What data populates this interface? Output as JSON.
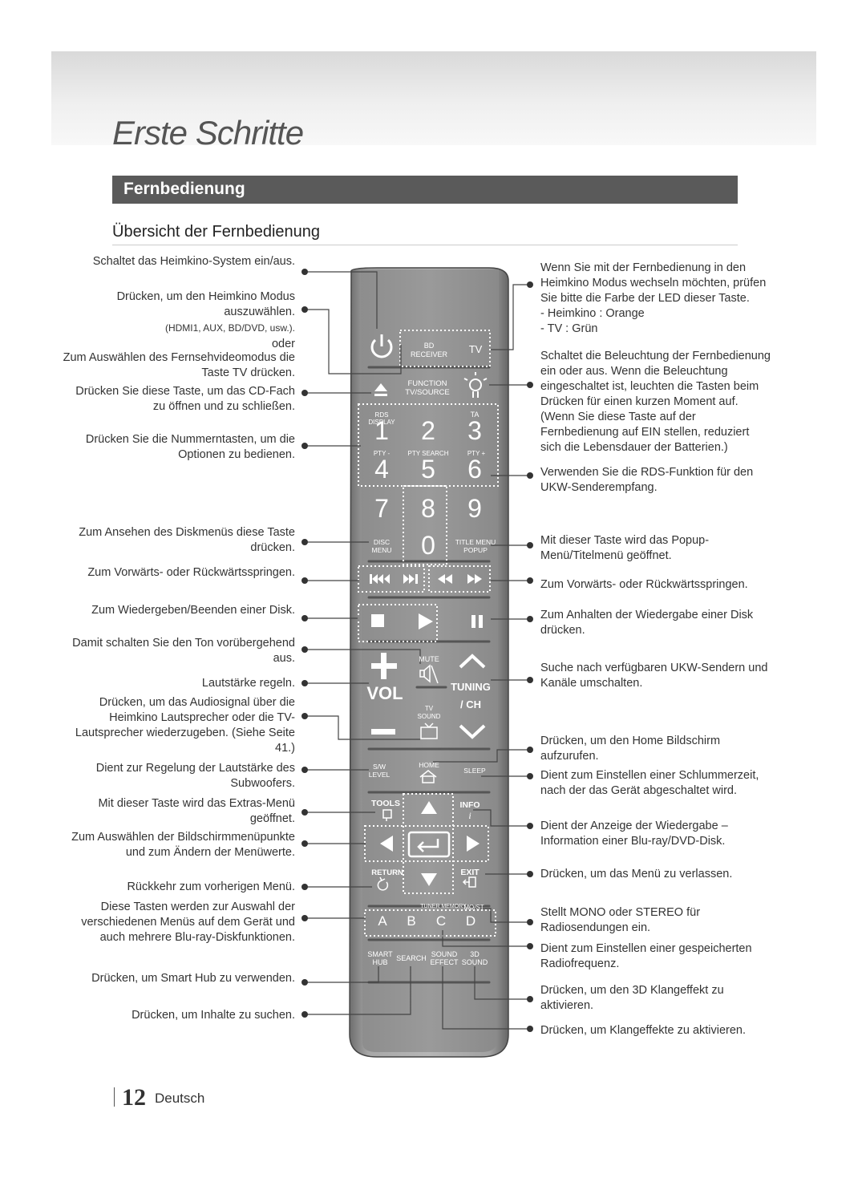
{
  "chapter_title": "Erste Schritte",
  "section_title": "Fernbedienung",
  "subsection_title": "Übersicht der Fernbedienung",
  "left_labels": [
    "Schaltet das Heimkino-System ein/aus.",
    "Drücken, um den Heimkino Modus auszuwählen.",
    "(HDMI1, AUX, BD/DVD, usw.).",
    "oder",
    "Zum Auswählen des Fernsehvideomodus die Taste TV drücken.",
    "Drücken Sie diese Taste, um das CD-Fach zu öffnen und zu schließen.",
    "Drücken Sie die Nummerntasten, um die Optionen zu bedienen.",
    "Zum Ansehen des Diskmenüs diese Taste drücken.",
    "Zum Vorwärts- oder Rückwärtsspringen.",
    "Zum Wiedergeben/Beenden einer Disk.",
    "Damit schalten Sie den Ton vorübergehend aus.",
    "Lautstärke regeln.",
    "Drücken, um das Audiosignal über die Heimkino Lautsprecher oder die TV-Lautsprecher wiederzugeben. (Siehe Seite 41.)",
    "Dient zur Regelung der Lautstärke des Subwoofers.",
    "Mit dieser Taste wird das Extras-Menü geöffnet.",
    "Zum Auswählen der Bildschirmmenüpunkte und zum Ändern der Menüwerte.",
    "Rückkehr zum vorherigen Menü.",
    "Diese Tasten werden zur Auswahl der verschiedenen Menüs auf dem Gerät und auch mehrere Blu-ray-Diskfunktionen.",
    "Drücken, um Smart Hub zu verwenden.",
    "Drücken, um Inhalte zu suchen."
  ],
  "right_labels": [
    "Wenn Sie mit der Fernbedienung in den Heimkino Modus wechseln möchten, prüfen Sie bitte die Farbe der LED dieser Taste.",
    "- Heimkino : Orange",
    "- TV : Grün",
    "Schaltet die Beleuchtung der Fernbedienung ein oder aus. Wenn die Beleuchtung eingeschaltet ist, leuchten die Tasten beim Drücken für einen kurzen Moment auf. (Wenn Sie diese Taste auf der Fernbedienung auf EIN stellen, reduziert sich die Lebensdauer der Batterien.)",
    "Verwenden Sie die RDS-Funktion für den UKW-Senderempfang.",
    "Mit dieser Taste wird das Popup-Menü/Titelmenü geöffnet.",
    "Zum Vorwärts- oder Rückwärtsspringen.",
    "Zum Anhalten der Wiedergabe einer Disk drücken.",
    "Suche nach verfügbaren UKW-Sendern und Kanäle umschalten.",
    "Drücken, um den Home Bildschirm aufzurufen.",
    "Dient zum Einstellen einer Schlummerzeit, nach der das Gerät abgeschaltet wird.",
    "Dient der Anzeige der Wiedergabe – Information einer Blu-ray/DVD-Disk.",
    "Drücken, um das Menü zu verlassen.",
    "Stellt MONO oder STEREO für Radiosendungen ein.",
    "Dient zum Einstellen einer gespeicherten Radiofrequenz.",
    "Drücken, um den 3D Klangeffekt zu aktivieren.",
    "Drücken, um Klangeffekte zu aktivieren."
  ],
  "remote_keys": {
    "bd": "BD",
    "receiver": "RECEIVER",
    "tv": "TV",
    "function": "FUNCTION",
    "tv_source": "TV/SOURCE",
    "rds_display": "RDS DISPLAY",
    "ta": "TA",
    "pty_minus": "PTY -",
    "pty_search": "PTY SEARCH",
    "pty_plus": "PTY +",
    "n1": "1",
    "n2": "2",
    "n3": "3",
    "n4": "4",
    "n5": "5",
    "n6": "6",
    "n7": "7",
    "n8": "8",
    "n9": "9",
    "n0": "0",
    "disc_menu_1": "DISC",
    "disc_menu_2": "MENU",
    "title_menu_1": "TITLE MENU",
    "title_menu_2": "POPUP",
    "mute": "MUTE",
    "vol": "VOL",
    "tuning": "TUNING",
    "ch": "/ CH",
    "tv_sound_1": "TV",
    "tv_sound_2": "SOUND",
    "sw_level_1": "S/W",
    "sw_level_2": "LEVEL",
    "home": "HOME",
    "sleep": "SLEEP",
    "tools": "TOOLS",
    "info": "INFO",
    "info_i": "i",
    "return": "RETURN",
    "exit": "EXIT",
    "tuner_memory": "TUNER MEMORY",
    "mo_st": "MO/ST",
    "a": "A",
    "b": "B",
    "c": "C",
    "d": "D",
    "smart_1": "SMART",
    "smart_2": "HUB",
    "search": "SEARCH",
    "sound_effect_1": "SOUND",
    "sound_effect_2": "EFFECT",
    "sound_3d_1": "3D",
    "sound_3d_2": "SOUND"
  },
  "page_number": "12",
  "page_language": "Deutsch"
}
